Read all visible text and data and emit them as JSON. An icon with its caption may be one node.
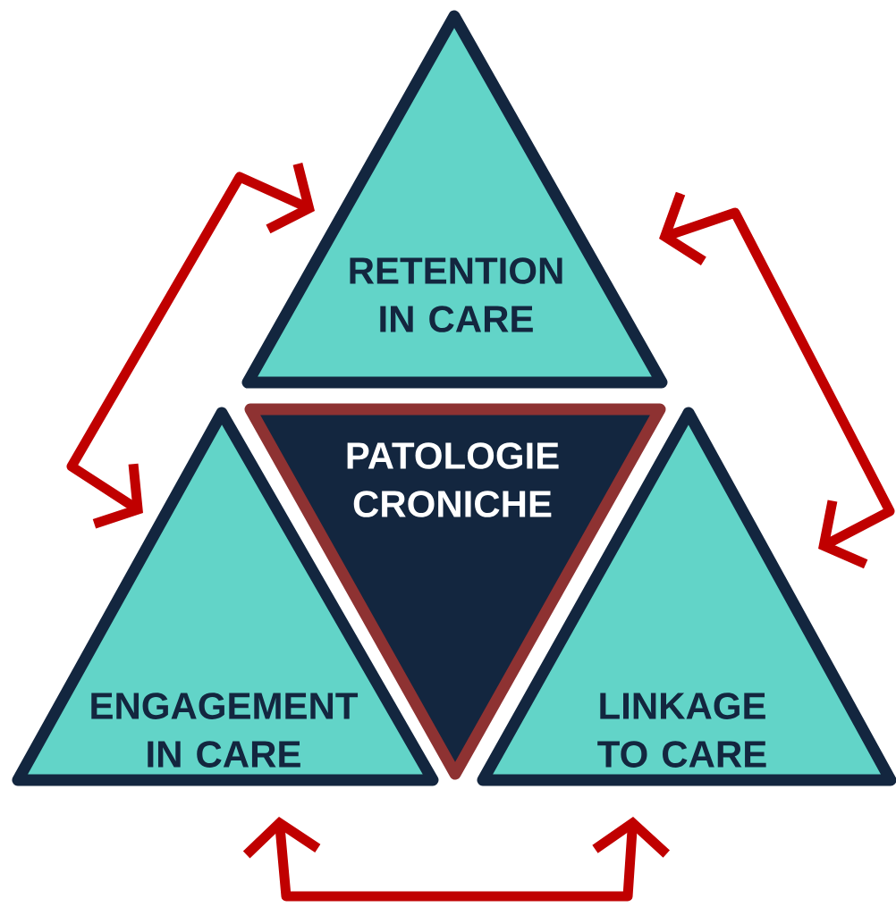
{
  "diagram": {
    "nodes": [
      {
        "text": [
          "RETENTION IN CARE"
        ]
      },
      {
        "text": [
          "PATOLOGIE CRONICHE"
        ]
      },
      {
        "text": [
          "ENGAGEMENT IN CARE"
        ]
      },
      {
        "text": [
          "LINKAGE TO CARE"
        ]
      }
    ],
    "edges": [
      {
        "from": 0,
        "to": 2,
        "arrow": "both"
      },
      {
        "from": 0,
        "to": 3,
        "arrow": "both"
      },
      {
        "from": 2,
        "to": 3,
        "arrow": "both"
      }
    ]
  }
}
